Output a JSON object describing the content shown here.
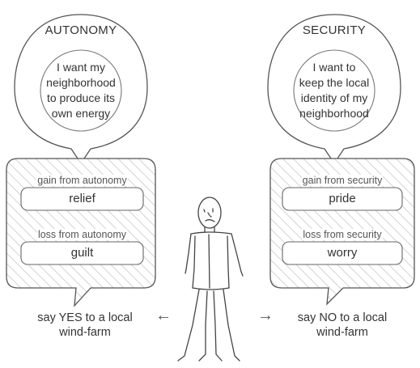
{
  "panels": [
    {
      "value_title": "AUTONOMY",
      "value_statement": [
        "I want my",
        "neighborhood",
        "to produce its",
        "own energy"
      ],
      "gain_label": "gain from autonomy",
      "gain_emotion": "relief",
      "loss_label": "loss from autonomy",
      "loss_emotion": "guilt",
      "decision": [
        "say YES to a local",
        "wind-farm"
      ]
    },
    {
      "value_title": "SECURITY",
      "value_statement": [
        "I want to",
        "keep the local",
        "identity of my",
        "neighborhood"
      ],
      "gain_label": "gain from security",
      "gain_emotion": "pride",
      "loss_label": "loss from security",
      "loss_emotion": "worry",
      "decision": [
        "say NO to a local",
        "wind-farm"
      ]
    }
  ],
  "arrows": {
    "left": "←",
    "right": "→"
  }
}
